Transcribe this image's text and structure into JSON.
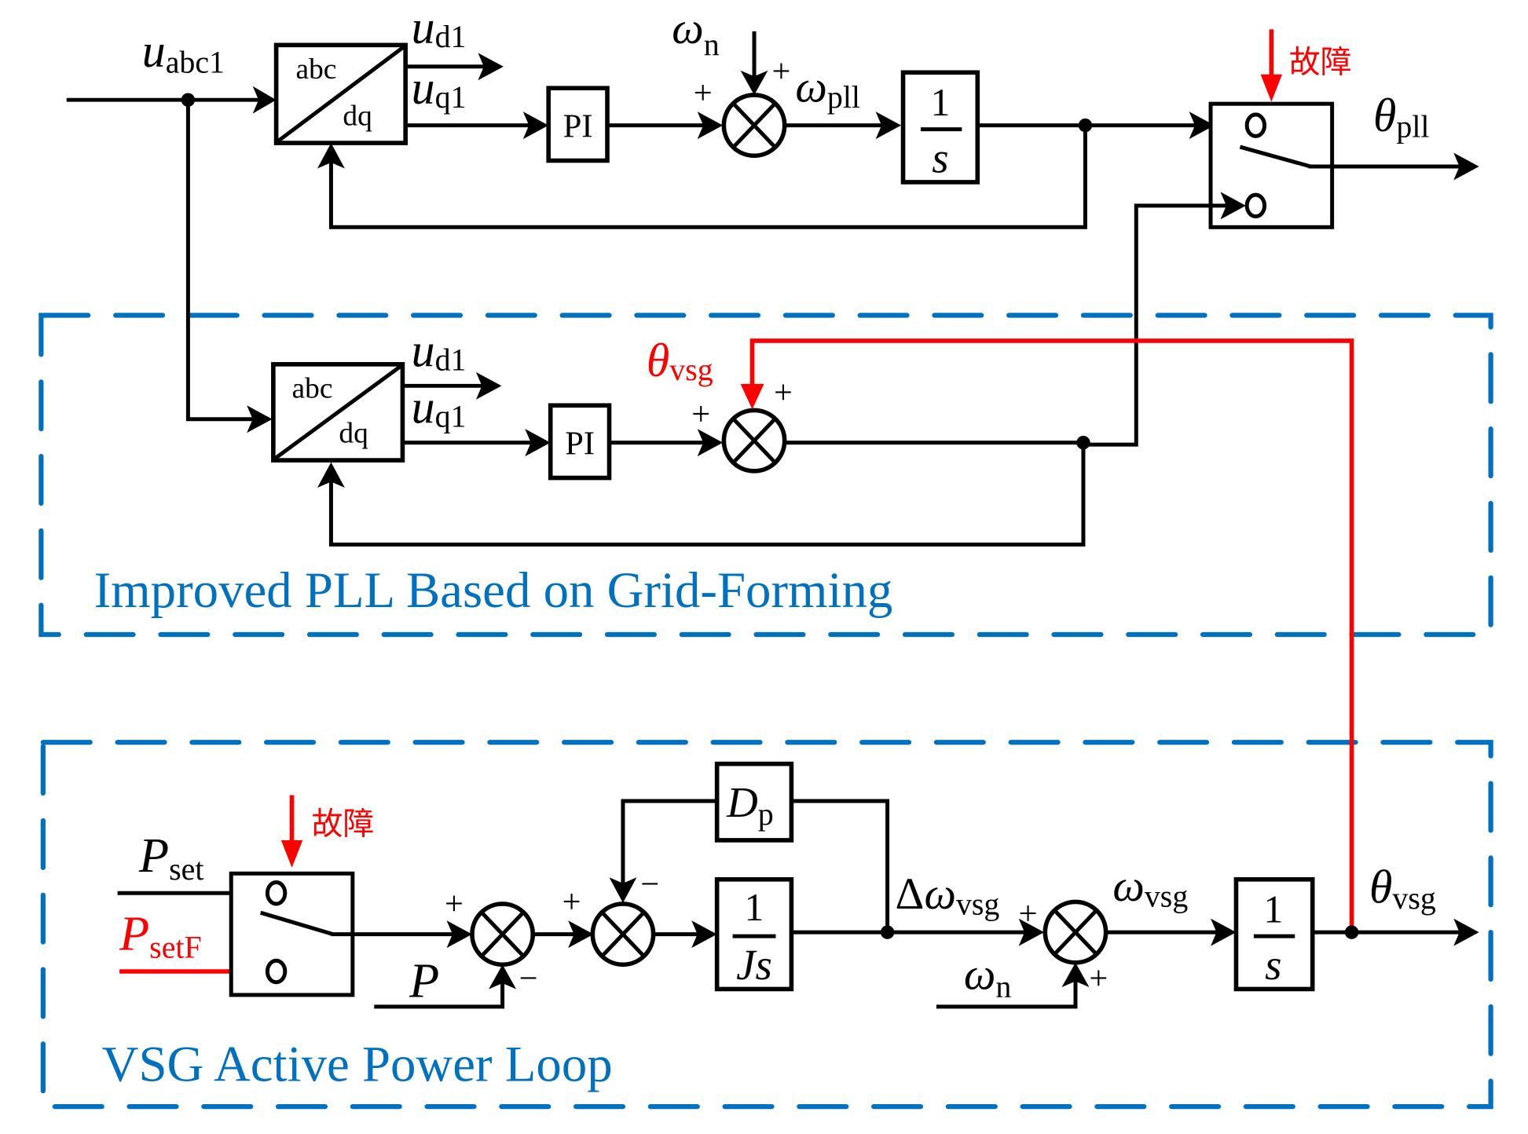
{
  "colors": {
    "wire": "#000000",
    "fault": "#ff0000",
    "group_border": "#0070c0"
  },
  "top_pll": {
    "input_label": {
      "main": "u",
      "sub": "abc1"
    },
    "transform_block": {
      "top": "abc",
      "bottom": "dq"
    },
    "ud_label": {
      "main": "u",
      "sub": "d1"
    },
    "uq_label": {
      "main": "u",
      "sub": "q1"
    },
    "pi_block": "PI",
    "omega_n_label": {
      "main": "ω",
      "sub": "n"
    },
    "sum_signs": [
      "+",
      "+"
    ],
    "omega_pll_label": {
      "main": "ω",
      "sub": "pll"
    },
    "integrator": {
      "num": "1",
      "den": "s"
    },
    "fault_label": "故障",
    "theta_pll_label": {
      "main": "θ",
      "sub": "pll"
    }
  },
  "improved_pll": {
    "title": "Improved PLL Based on Grid-Forming",
    "transform_block": {
      "top": "abc",
      "bottom": "dq"
    },
    "ud_label": {
      "main": "u",
      "sub": "d1"
    },
    "uq_label": {
      "main": "u",
      "sub": "q1"
    },
    "pi_block": "PI",
    "theta_vsg_label": {
      "main": "θ",
      "sub": "vsg"
    },
    "sum_signs": [
      "+",
      "+"
    ]
  },
  "vsg_loop": {
    "title": "VSG Active Power Loop",
    "fault_label": "故障",
    "pset_label": {
      "main": "P",
      "sub": "set"
    },
    "psetf_label": {
      "main": "P",
      "sub": "setF"
    },
    "p_label": "P",
    "sum1_signs": [
      "+",
      "−"
    ],
    "sum2_signs": [
      "+",
      "−"
    ],
    "dp_block": {
      "main": "D",
      "sub": "p"
    },
    "inertia_block": {
      "num": "1",
      "den": "Js"
    },
    "delta_omega_label": {
      "prefix": "Δ",
      "main": "ω",
      "sub": "vsg"
    },
    "sum3_signs": [
      "+",
      "+"
    ],
    "omega_n_label": {
      "main": "ω",
      "sub": "n"
    },
    "omega_vsg_label": {
      "main": "ω",
      "sub": "vsg"
    },
    "integrator": {
      "num": "1",
      "den": "s"
    },
    "theta_vsg_label": {
      "main": "θ",
      "sub": "vsg"
    }
  }
}
